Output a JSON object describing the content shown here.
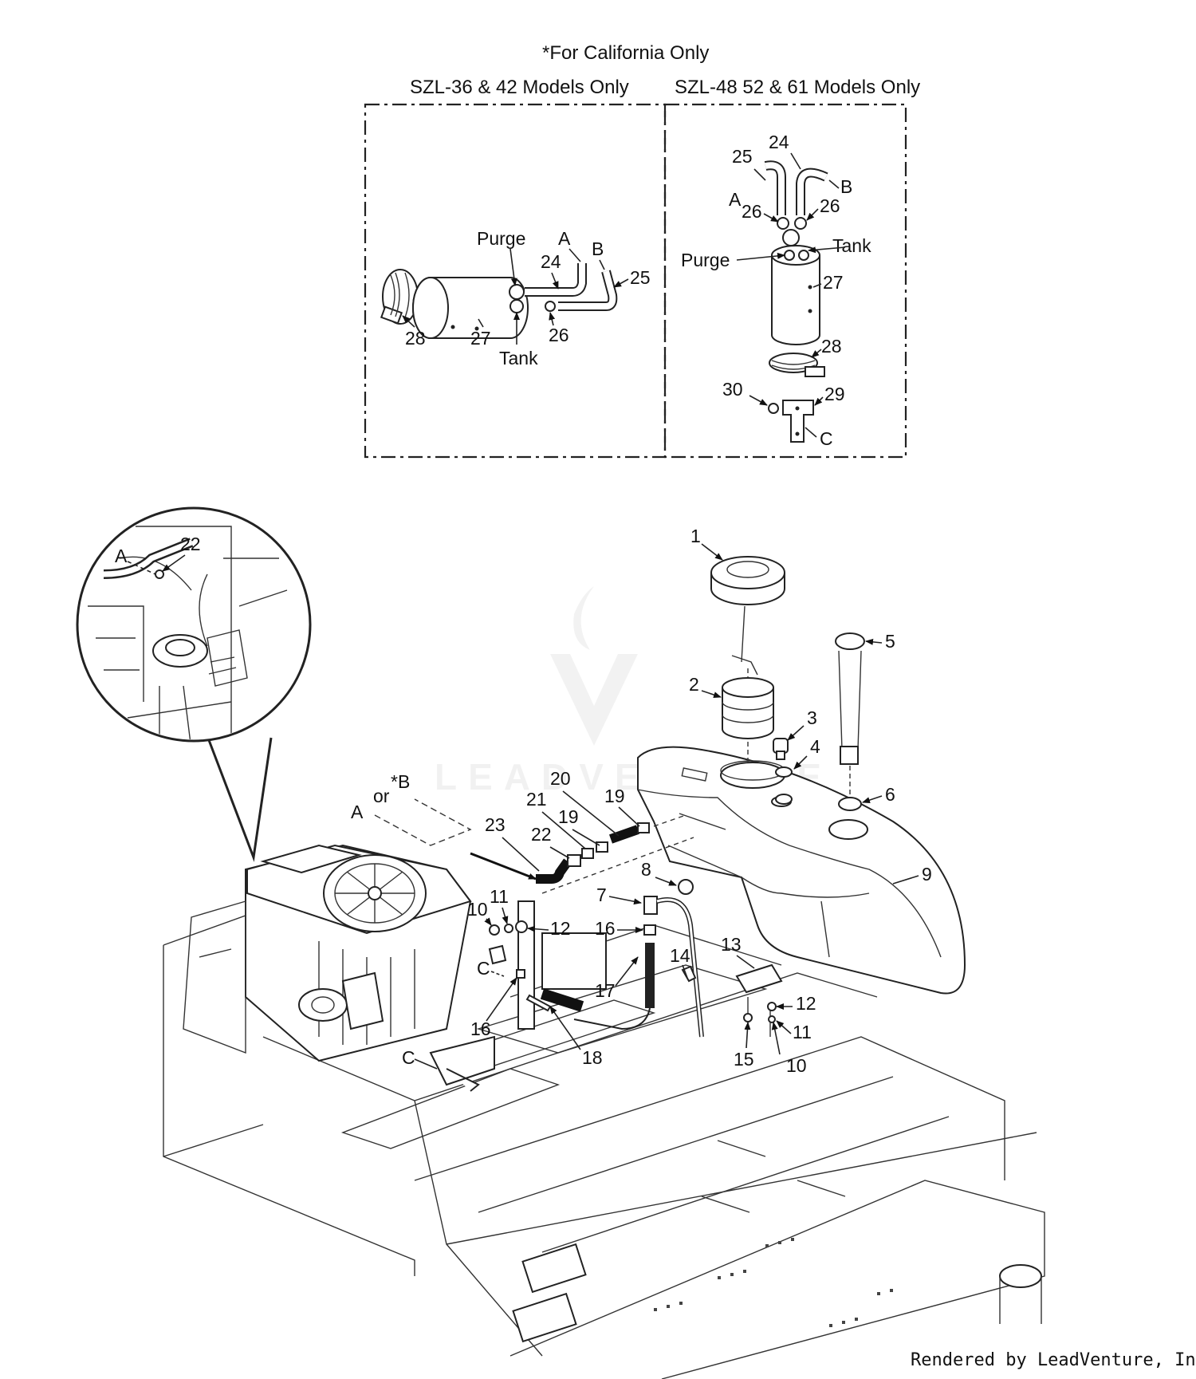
{
  "header": {
    "title": "*For California Only",
    "left_panel": "SZL-36 & 42 Models Only",
    "right_panel": "SZL-48 52 & 61 Models Only"
  },
  "watermark": "LEADVENTURE",
  "left_panel_labels": {
    "purge": "Purge",
    "tank": "Tank",
    "a": "A",
    "b": "B",
    "p24": "24",
    "p25": "25",
    "p26": "26",
    "p27": "27",
    "p28": "28"
  },
  "right_panel_labels": {
    "purge": "Purge",
    "tank": "Tank",
    "a": "A",
    "b": "B",
    "c": "C",
    "p24": "24",
    "p25": "25",
    "p26a": "26",
    "p26b": "26",
    "p27": "27",
    "p28": "28",
    "p29": "29",
    "p30": "30"
  },
  "detail_labels": {
    "a": "A",
    "p22": "22"
  },
  "main_labels": {
    "p1": "1",
    "p2": "2",
    "p3": "3",
    "p4": "4",
    "p5": "5",
    "p6": "6",
    "p7": "7",
    "p8": "8",
    "p9": "9",
    "p10a": "10",
    "p10b": "10",
    "p11a": "11",
    "p11b": "11",
    "p12a": "12",
    "p12b": "12",
    "p13": "13",
    "p14": "14",
    "p15": "15",
    "p16a": "16",
    "p16b": "16",
    "p17": "17",
    "p18": "18",
    "p19a": "19",
    "p19b": "19",
    "p20": "20",
    "p21": "21",
    "p22": "22",
    "p23": "23",
    "a": "A",
    "or": "or",
    "star_b": "*B",
    "c1": "C",
    "c2": "C"
  },
  "credit": "Rendered by LeadVenture, Inc."
}
